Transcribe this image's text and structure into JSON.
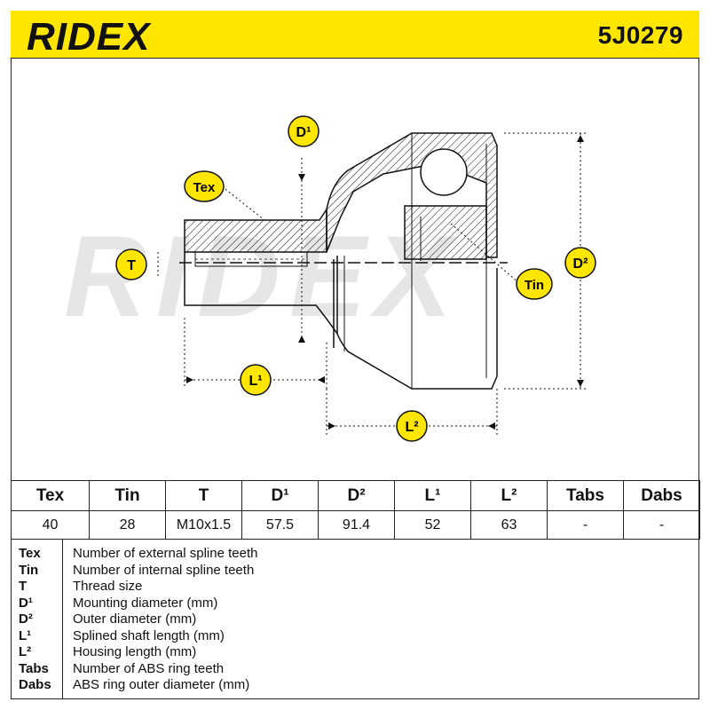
{
  "brand": "RIDEX",
  "part_number": "5J0279",
  "watermark": "RIDEX",
  "callouts": {
    "D1": "D¹",
    "D2": "D²",
    "Tex": "Tex",
    "Tin": "Tin",
    "T": "T",
    "L1": "L¹",
    "L2": "L²"
  },
  "table": {
    "headers": [
      "Tex",
      "Tin",
      "T",
      "D¹",
      "D²",
      "L¹",
      "L²",
      "Tabs",
      "Dabs"
    ],
    "values": [
      "40",
      "28",
      "M10x1.5",
      "57.5",
      "91.4",
      "52",
      "63",
      "-",
      "-"
    ]
  },
  "legend": [
    {
      "key": "Tex",
      "desc": "Number of external spline teeth"
    },
    {
      "key": "Tin",
      "desc": "Number of internal spline teeth"
    },
    {
      "key": "T",
      "desc": "Thread size"
    },
    {
      "key": "D¹",
      "desc": "Mounting diameter (mm)"
    },
    {
      "key": "D²",
      "desc": "Outer diameter (mm)"
    },
    {
      "key": "L¹",
      "desc": "Splined shaft length (mm)"
    },
    {
      "key": "L²",
      "desc": "Housing length (mm)"
    },
    {
      "key": "Tabs",
      "desc": "Number of ABS ring teeth"
    },
    {
      "key": "Dabs",
      "desc": "ABS ring outer diameter (mm)"
    }
  ],
  "colors": {
    "brand_yellow": "#ffe600",
    "line": "#111111",
    "watermark": "#e6e6e6"
  }
}
